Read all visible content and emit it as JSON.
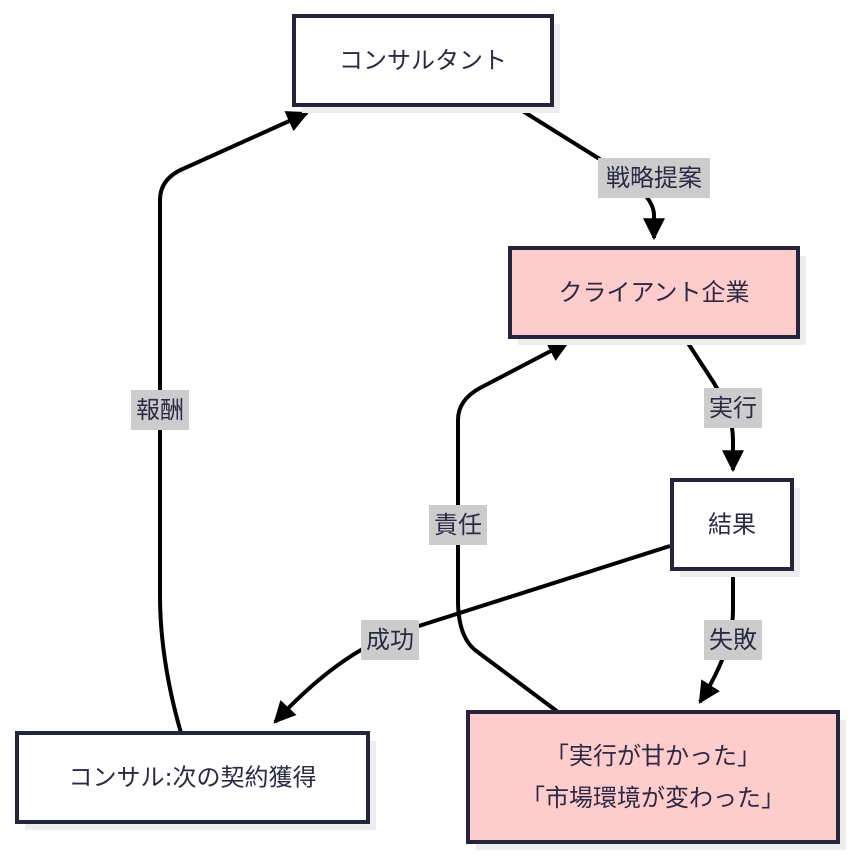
{
  "colors": {
    "node_stroke": "#24243d",
    "node_fill_default": "#ffffff",
    "node_fill_highlight": "#ffcccc",
    "node_shadow": "#ededed",
    "edge": "#000000",
    "edge_label_bg": "#cccccc",
    "text": "#2b2a45"
  },
  "nodes": [
    {
      "id": "consultant",
      "lines": [
        "コンサルタント"
      ],
      "style": "default"
    },
    {
      "id": "client",
      "lines": [
        "クライアント企業"
      ],
      "style": "highlight"
    },
    {
      "id": "result",
      "lines": [
        "結果"
      ],
      "style": "default"
    },
    {
      "id": "excuse",
      "lines": [
        "「実行が甘かった」",
        "「市場環境が変わった」"
      ],
      "style": "highlight"
    },
    {
      "id": "next_contract",
      "lines": [
        "コンサル:次の契約獲得"
      ],
      "style": "default"
    }
  ],
  "edges": [
    {
      "from": "consultant",
      "to": "client",
      "label": "戦略提案"
    },
    {
      "from": "client",
      "to": "result",
      "label": "実行"
    },
    {
      "from": "result",
      "to": "next_contract",
      "label": "成功"
    },
    {
      "from": "result",
      "to": "excuse",
      "label": "失敗"
    },
    {
      "from": "excuse",
      "to": "client",
      "label": "責任"
    },
    {
      "from": "next_contract",
      "to": "consultant",
      "label": "報酬"
    }
  ]
}
